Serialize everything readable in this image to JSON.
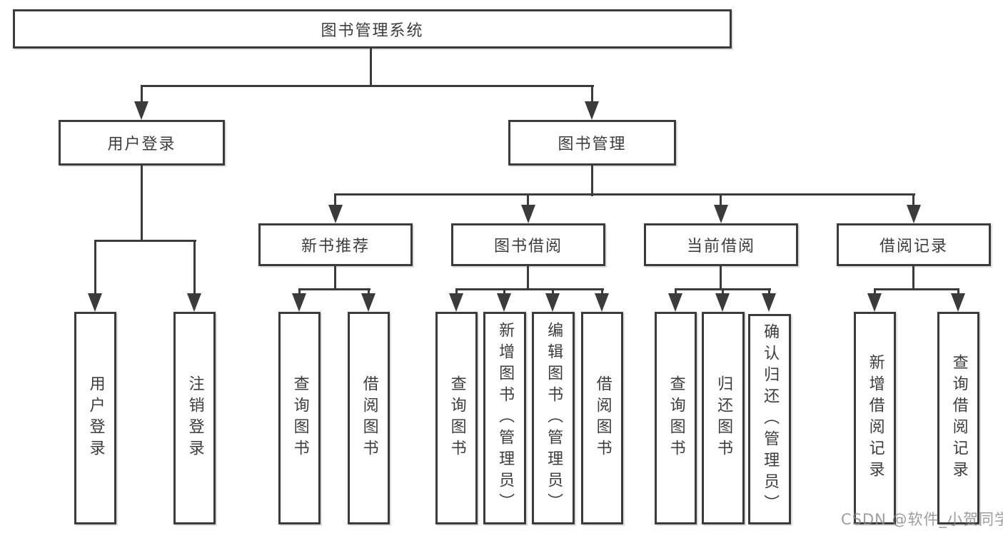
{
  "colors": {
    "line": "#3b3b3b",
    "box_border": "#3b3b3b",
    "text": "#3d3d3d",
    "background": "#ffffff",
    "watermark": "#888888"
  },
  "watermark": {
    "text": "CSDN @软件_小贺同学"
  },
  "tree": {
    "label": "图书管理系统",
    "children": [
      {
        "label": "用户登录",
        "children": [
          {
            "label": "用户登录"
          },
          {
            "label": "注销登录"
          }
        ]
      },
      {
        "label": "图书管理",
        "children": [
          {
            "label": "新书推荐",
            "children": [
              {
                "label": "查询图书"
              },
              {
                "label": "借阅图书"
              }
            ]
          },
          {
            "label": "图书借阅",
            "children": [
              {
                "label": "查询图书"
              },
              {
                "label": "新增图书（管理员）"
              },
              {
                "label": "编辑图书（管理员）"
              },
              {
                "label": "借阅图书"
              }
            ]
          },
          {
            "label": "当前借阅",
            "children": [
              {
                "label": "查询图书"
              },
              {
                "label": "归还图书"
              },
              {
                "label": "确认归还（管理员）"
              }
            ]
          },
          {
            "label": "借阅记录",
            "children": [
              {
                "label": "新增借阅记录"
              },
              {
                "label": "查询借阅记录"
              }
            ]
          }
        ]
      }
    ]
  }
}
